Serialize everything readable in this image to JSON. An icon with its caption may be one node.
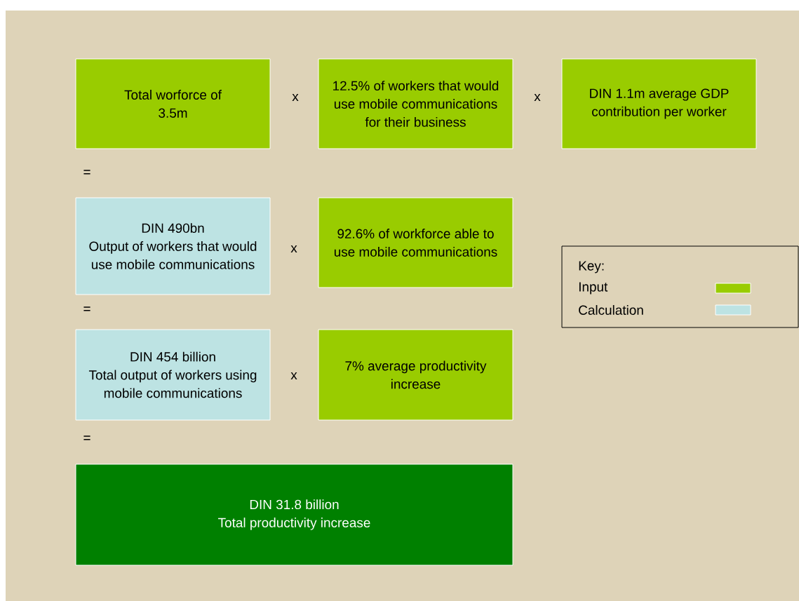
{
  "diagram": {
    "nodes": [
      {
        "text": [
          "Total worforce of 3.5m"
        ]
      },
      {
        "text": [
          "12.5% of workers that would use mobile communications for their business"
        ]
      },
      {
        "text": [
          "DIN 1.1m average GDP contribution per worker"
        ]
      },
      {
        "text": [
          "DIN 490bn",
          "Output of workers that would use mobile communications"
        ]
      },
      {
        "text": [
          "92.6% of workforce able to use mobile communications"
        ]
      },
      {
        "text": [
          "DIN 454 billion",
          "Total output of workers using mobile communications"
        ]
      },
      {
        "text": [
          "7% average productivity increase"
        ]
      },
      {
        "text": [
          "DIN 31.8 billion",
          "Total productivity increase"
        ]
      }
    ],
    "labels": [
      "x",
      "x",
      "=",
      "x",
      "=",
      "x",
      "=",
      "Key:"
    ],
    "legend": [
      {
        "text": "Input",
        "color": "#99cc00"
      },
      {
        "text": "Calculation",
        "color": "#bde3e3"
      }
    ]
  }
}
